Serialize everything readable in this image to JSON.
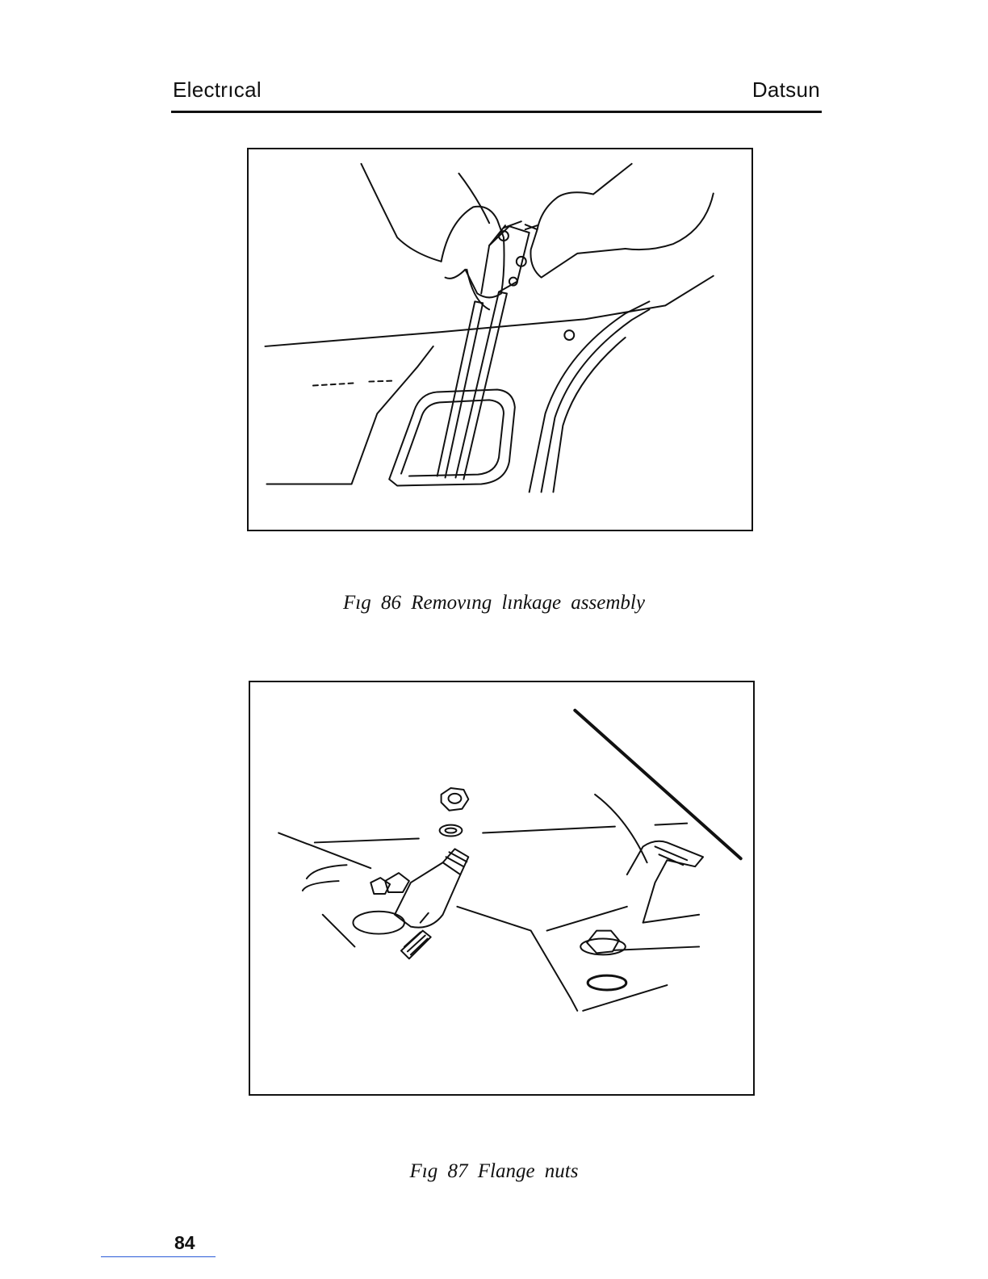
{
  "header": {
    "section": "Electrıcal",
    "brand": "Datsun"
  },
  "figures": [
    {
      "caption": "Fıg 86   Removıng lınkage assembly"
    },
    {
      "caption": "Fıg 87   Flange nuts"
    }
  ],
  "page_number": "84",
  "colors": {
    "ink": "#111111",
    "paper": "#ffffff"
  }
}
